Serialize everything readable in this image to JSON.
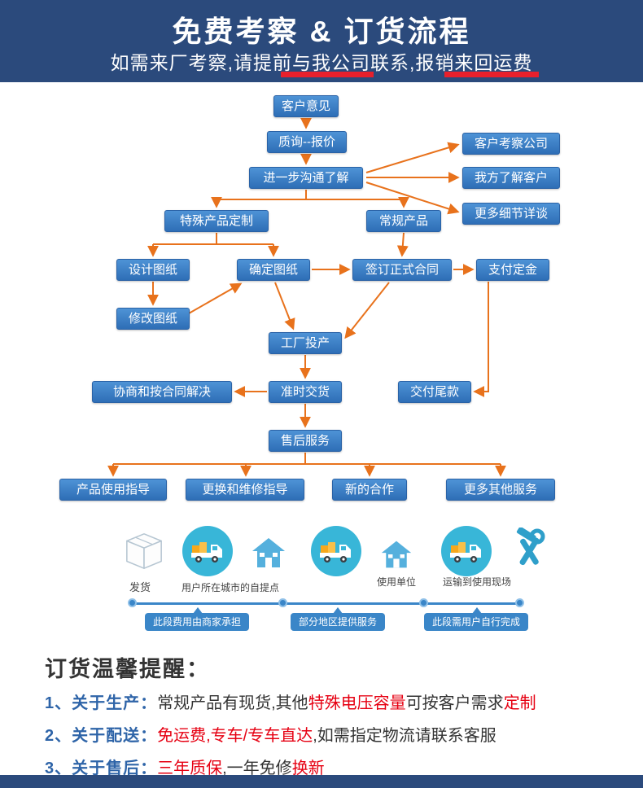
{
  "header": {
    "title": "免费考察 & 订货流程",
    "subtitle": "如需来厂考察,请提前与我公司联系,报销来回运费"
  },
  "flow": {
    "customer_feedback": "客户意见",
    "inquiry_quote": "质询--报价",
    "further_communication": "进一步沟通了解",
    "visit_company": "客户考察公司",
    "understand_customer": "我方了解客户",
    "more_details": "更多细节详谈",
    "custom_product": "特殊产品定制",
    "regular_product": "常规产品",
    "design_drawing": "设计图纸",
    "confirm_drawing": "确定图纸",
    "sign_contract": "签订正式合同",
    "pay_deposit": "支付定金",
    "modify_drawing": "修改图纸",
    "factory_production": "工厂投产",
    "negotiate_contract": "协商和按合同解决",
    "ontime_delivery": "准时交货",
    "pay_balance": "交付尾款",
    "after_sales": "售后服务",
    "usage_guide": "产品使用指导",
    "repair_guide": "更换和维修指导",
    "new_cooperation": "新的合作",
    "more_services": "更多其他服务"
  },
  "logistics": {
    "step_ship": "发货",
    "step_pickup": "用户所在城市的自提点",
    "step_user": "使用单位",
    "step_transport": "运输到使用现场",
    "tag_merchant": "此段费用由商家承担",
    "tag_partial": "部分地区提供服务",
    "tag_user_done": "此段需用户自行完成"
  },
  "reminder": {
    "heading": "订货温馨提醒：",
    "item1": {
      "label": "1、关于生产：",
      "t1": "常规产品有现货,其他",
      "r1": "特殊电压容量",
      "t2": "可按客户需求",
      "r2": "定制"
    },
    "item2": {
      "label": "2、关于配送：",
      "r1": "免运费,专车/专车直达",
      "t1": ",如需指定物流请联系客服"
    },
    "item3": {
      "label": "3、关于售后：",
      "r1": "三年质保",
      "t1": ",一年免修",
      "r2": "换新"
    }
  },
  "colors": {
    "header_bg": "#2b4a7c",
    "node_blue": "#3679c2",
    "arrow_orange": "#e8721c",
    "highlight_red": "#e60012",
    "teal_circle": "#38b6d8",
    "timeline_blue": "#3a86c8",
    "underline_red": "#e8202c"
  }
}
